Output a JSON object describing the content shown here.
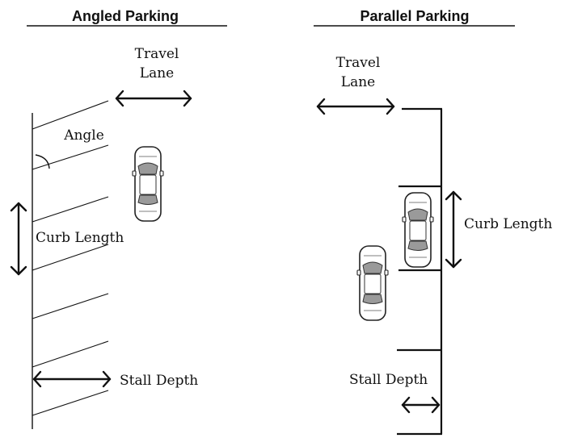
{
  "left_panel": {
    "title": "Angled Parking",
    "labels": {
      "travel_lane": [
        "Travel",
        "Lane"
      ],
      "angle": "Angle",
      "curb_length": "Curb Length",
      "stall_depth": "Stall Depth"
    }
  },
  "right_panel": {
    "title": "Parallel Parking",
    "labels": {
      "travel_lane": [
        "Travel",
        "Lane"
      ],
      "curb_length": "Curb Length",
      "stall_depth": "Stall Depth"
    }
  },
  "colors": {
    "line": "#111111",
    "car_body": "#ffffff",
    "car_glass": "#9a9a9a"
  },
  "icons": [
    "car-icon",
    "double-arrow-icon",
    "angle-arc-icon"
  ]
}
